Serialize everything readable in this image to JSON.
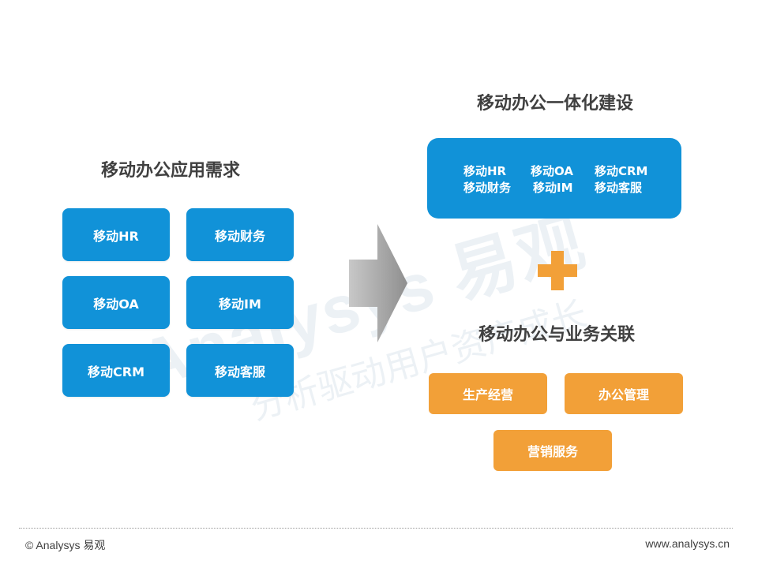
{
  "watermark": {
    "line1": "Analysys 易观",
    "line2": "分析驱动用户资产成长"
  },
  "left": {
    "title": "移动办公应用需求",
    "tiles": [
      "移动HR",
      "移动财务",
      "移动OA",
      "移动IM",
      "移动CRM",
      "移动客服"
    ]
  },
  "right": {
    "integration_title": "移动办公一体化建设",
    "integration_items": [
      "移动HR",
      "移动OA",
      "移动CRM",
      "移动财务",
      "移动IM",
      "移动客服"
    ],
    "association_title": "移动办公与业务关联",
    "business_items": [
      "生产经营",
      "办公管理",
      "营销服务"
    ]
  },
  "footer": {
    "copyright": "© Analysys 易观",
    "url": "www.analysys.cn"
  },
  "colors": {
    "blue": "#1192d8",
    "orange": "#f2a038",
    "arrow": "#a6a6a6",
    "title_text": "#404040"
  }
}
